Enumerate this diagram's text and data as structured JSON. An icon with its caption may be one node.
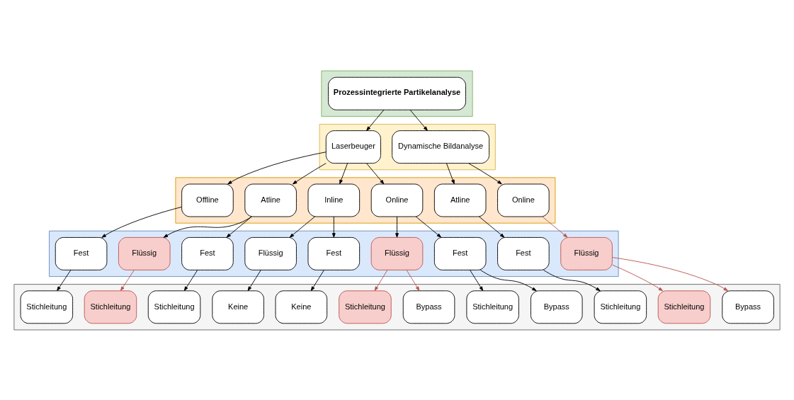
{
  "diagram": {
    "nodes": [
      {
        "text": [],
        "shape": "band"
      },
      {
        "text": [
          "Prozessintegrierte Partikelanalyse"
        ],
        "in": 0
      },
      {
        "text": [],
        "shape": "band"
      },
      {
        "text": [
          "Dynamische Bildanalyse"
        ],
        "in": 2
      },
      {
        "text": [
          "Laserbeuger"
        ],
        "in": 2
      },
      {
        "text": [],
        "shape": "band"
      },
      {
        "text": [
          "Online"
        ],
        "in": 5
      },
      {
        "text": [
          "Atline"
        ],
        "in": 5
      },
      {
        "text": [
          "Online"
        ],
        "in": 5
      },
      {
        "text": [
          "Inline"
        ],
        "in": 5
      },
      {
        "text": [
          "Atline"
        ],
        "in": 5
      },
      {
        "text": [
          "Offline"
        ],
        "in": 5
      },
      {
        "text": [],
        "shape": "band"
      },
      {
        "text": [
          "Flüssig"
        ],
        "in": 12
      },
      {
        "text": [
          "Fest"
        ],
        "in": 12
      },
      {
        "text": [
          "Fest"
        ],
        "in": 12
      },
      {
        "text": [
          "Flüssig"
        ],
        "in": 12
      },
      {
        "text": [
          "Fest"
        ],
        "in": 12
      },
      {
        "text": [
          "Flüssig"
        ],
        "in": 12
      },
      {
        "text": [
          "Fest"
        ],
        "in": 12
      },
      {
        "text": [
          "Flüssig"
        ],
        "in": 12
      },
      {
        "text": [
          "Fest"
        ],
        "in": 12
      },
      {
        "text": [],
        "shape": "band"
      },
      {
        "text": [
          "Bypass"
        ],
        "in": 22
      },
      {
        "text": [
          "Stichleitung"
        ],
        "in": 22
      },
      {
        "text": [
          "Stichleitung"
        ],
        "in": 22
      },
      {
        "text": [
          "Bypass"
        ],
        "in": 22
      },
      {
        "text": [
          "Stichleitung"
        ],
        "in": 22
      },
      {
        "text": [
          "Bypass"
        ],
        "in": 22
      },
      {
        "text": [
          "Stichleitung"
        ],
        "in": 22
      },
      {
        "text": [
          "Keine"
        ],
        "in": 22
      },
      {
        "text": [
          "Keine"
        ],
        "in": 22
      },
      {
        "text": [
          "Stichleitung"
        ],
        "in": 22
      },
      {
        "text": [
          "Stichleitung"
        ],
        "in": 22
      },
      {
        "text": [
          "Stichleitung"
        ],
        "in": 22
      }
    ],
    "edges": [
      {
        "from": 1,
        "to": 3,
        "arrow": "to"
      },
      {
        "from": 1,
        "to": 4,
        "arrow": "to"
      },
      {
        "from": 3,
        "to": 6,
        "arrow": "to"
      },
      {
        "from": 3,
        "to": 7,
        "arrow": "to"
      },
      {
        "from": 4,
        "to": 8,
        "arrow": "to"
      },
      {
        "from": 4,
        "to": 9,
        "arrow": "to"
      },
      {
        "from": 4,
        "to": 10,
        "arrow": "to"
      },
      {
        "from": 4,
        "to": 11,
        "arrow": "to"
      },
      {
        "from": 6,
        "to": 13,
        "arrow": "to",
        "color": "#b85450"
      },
      {
        "from": 7,
        "to": 14,
        "arrow": "to"
      },
      {
        "from": 8,
        "to": 15,
        "arrow": "to"
      },
      {
        "from": 8,
        "to": 16,
        "arrow": "to"
      },
      {
        "from": 9,
        "to": 17,
        "arrow": "to"
      },
      {
        "from": 9,
        "to": 18,
        "arrow": "to"
      },
      {
        "from": 10,
        "to": 19,
        "arrow": "to"
      },
      {
        "from": 10,
        "to": 20,
        "arrow": "to"
      },
      {
        "from": 11,
        "to": 21,
        "arrow": "to"
      },
      {
        "from": 13,
        "to": 23,
        "arrow": "to",
        "color": "#b85450"
      },
      {
        "from": 13,
        "to": 24,
        "arrow": "to",
        "color": "#b85450"
      },
      {
        "from": 14,
        "to": 25,
        "arrow": "to"
      },
      {
        "from": 15,
        "to": 26,
        "arrow": "to"
      },
      {
        "from": 15,
        "to": 27,
        "arrow": "to"
      },
      {
        "from": 16,
        "to": 28,
        "arrow": "to",
        "color": "#b85450"
      },
      {
        "from": 16,
        "to": 29,
        "arrow": "to",
        "color": "#b85450"
      },
      {
        "from": 17,
        "to": 30,
        "arrow": "to"
      },
      {
        "from": 18,
        "to": 31,
        "arrow": "to"
      },
      {
        "from": 19,
        "to": 32,
        "arrow": "to"
      },
      {
        "from": 20,
        "to": 33,
        "arrow": "to",
        "color": "#b85450"
      },
      {
        "from": 21,
        "to": 34,
        "arrow": "to"
      }
    ]
  }
}
